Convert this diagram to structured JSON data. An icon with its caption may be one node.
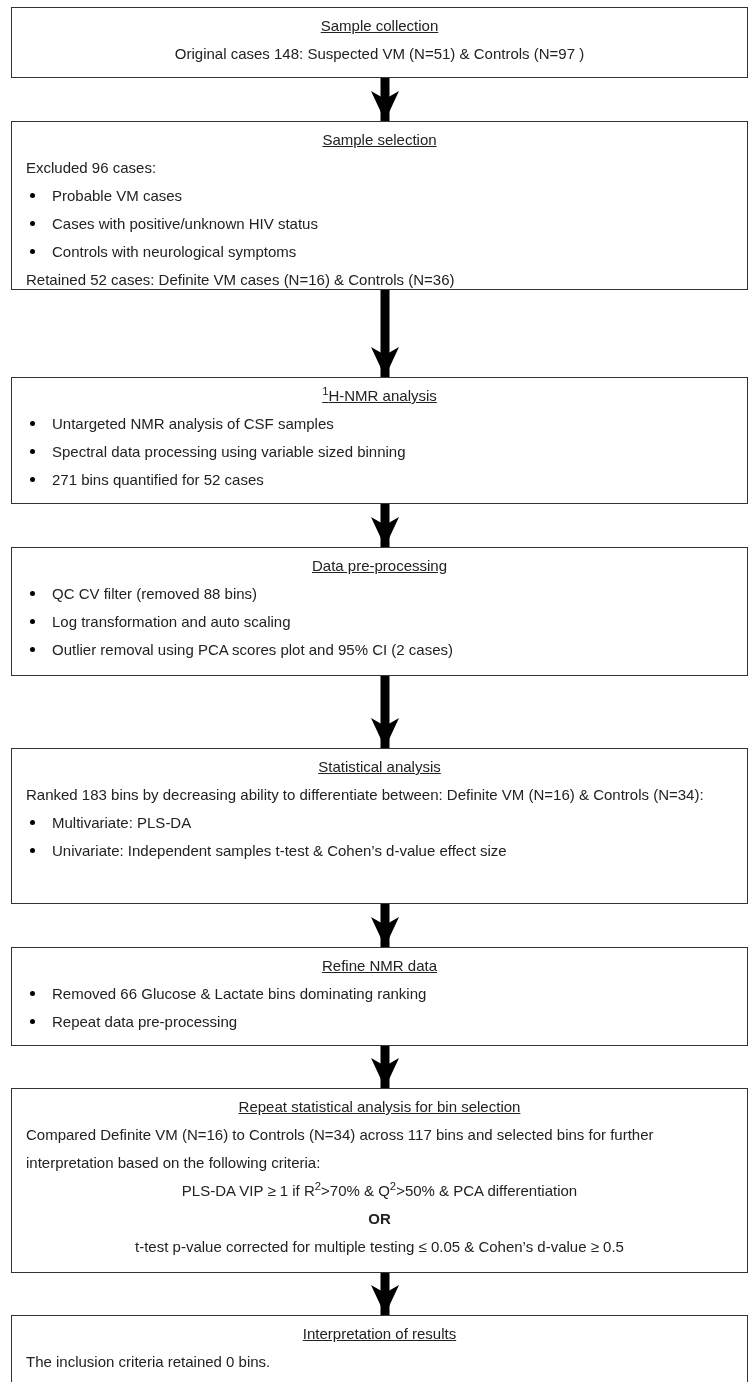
{
  "diagram": {
    "nodes": [
      {
        "text": [
          "Sample collection",
          "Original cases 148: Suspected VM (N=51) & Controls (N=97 )"
        ]
      },
      {
        "text": [
          "Sample selection",
          "Excluded 96 cases:",
          "Probable VM cases",
          "Cases with positive/unknown HIV status",
          "Controls with neurological symptoms",
          "Retained 52 cases: Definite VM cases (N=16) & Controls (N=36)"
        ]
      },
      {
        "text": [
          "$^{1}$H-NMR analysis",
          "Untargeted NMR analysis of CSF samples",
          "Spectral data processing using variable sized binning",
          "271 bins quantified for 52 cases"
        ]
      },
      {
        "text": [
          "Data pre-processing",
          "QC CV filter (removed 88 bins)",
          "Log transformation and auto scaling",
          "Outlier removal using PCA scores plot and 95% CI (2 cases)"
        ]
      },
      {
        "text": [
          "Statistical analysis",
          "Ranked 183 bins by decreasing ability to differentiate between: Definite VM (N=16) & Controls (N=34):",
          "Multivariate: PLS-DA",
          "Univariate: Independent samples t-test & Cohen’s d-value effect size"
        ]
      },
      {
        "text": [
          "Refine NMR data",
          "Removed 66 Glucose & Lactate bins dominating ranking",
          "Repeat data pre-processing"
        ]
      },
      {
        "text": [
          "Repeat statistical analysis for bin selection",
          "Compared Definite VM (N=16) to Controls (N=34) across 117 bins and selected bins for further interpretation based on the following criteria:",
          "PLS-DA VIP ≥ 1 if R$^{2}$>70% & Q$^{2}$>50% & PCA differentiation",
          "OR",
          "t-test p-value corrected for multiple testing ≤ 0.05 & Cohen’s d-value ≥ 0.5"
        ]
      },
      {
        "text": [
          "Interpretation of results",
          "The inclusion criteria retained 0 bins."
        ]
      }
    ],
    "edges": [
      {
        "from": 0,
        "to": 1,
        "arrow": "to"
      },
      {
        "from": 1,
        "to": 2,
        "arrow": "to"
      },
      {
        "from": 2,
        "to": 3,
        "arrow": "to"
      },
      {
        "from": 3,
        "to": 4,
        "arrow": "to"
      },
      {
        "from": 4,
        "to": 5,
        "arrow": "to"
      },
      {
        "from": 5,
        "to": 6,
        "arrow": "to"
      },
      {
        "from": 6,
        "to": 7,
        "arrow": "to"
      }
    ]
  }
}
